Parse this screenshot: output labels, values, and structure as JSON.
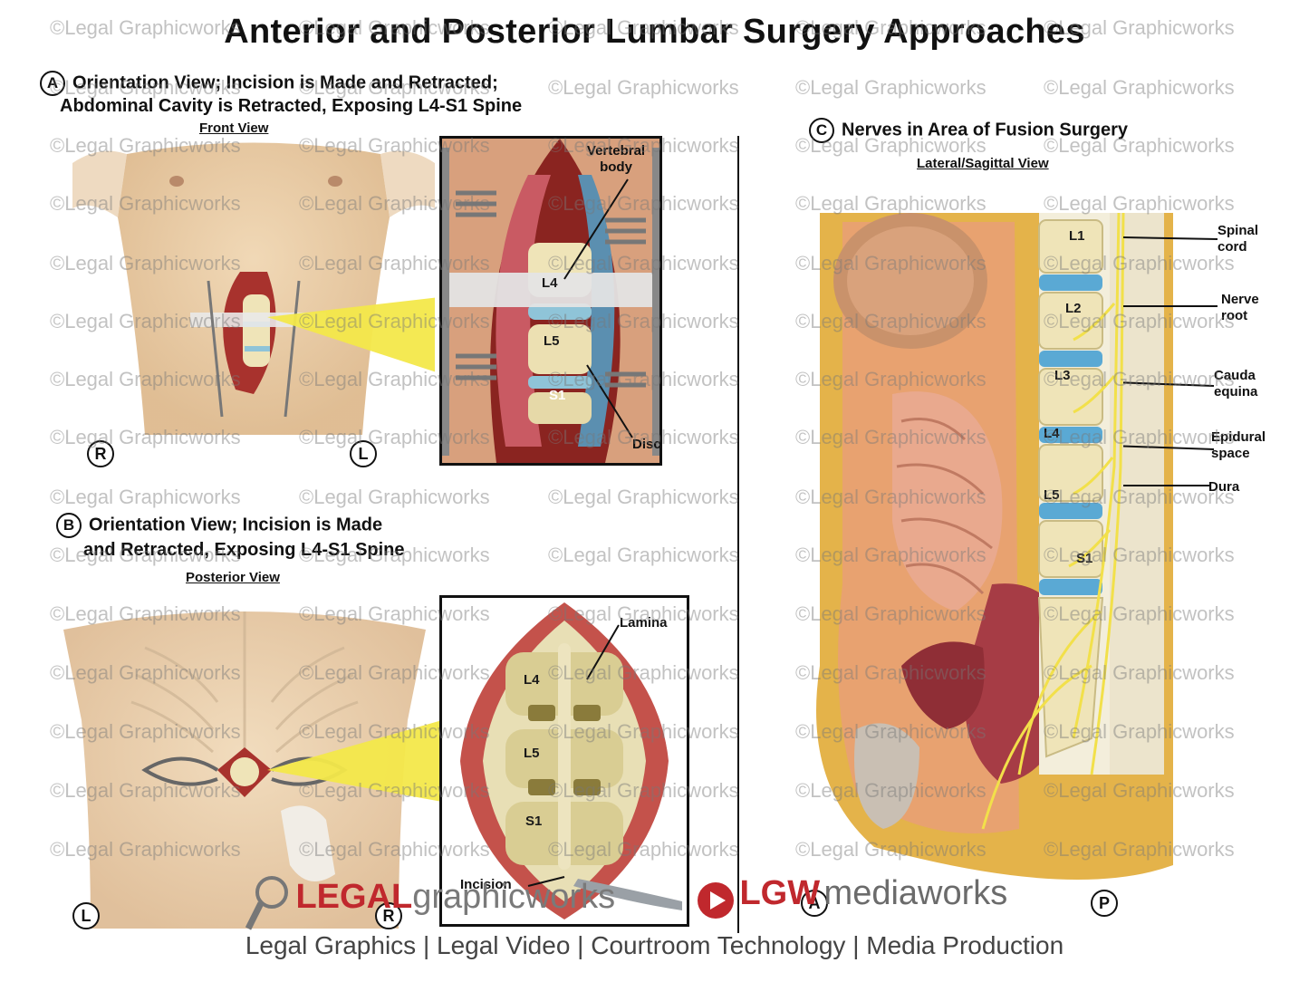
{
  "title": "Anterior and Posterior Lumbar Surgery Approaches",
  "sections": {
    "a": {
      "badge": "A",
      "heading_line1": "Orientation View; Incision is Made and Retracted;",
      "heading_line2": "Abdominal Cavity is Retracted, Exposing L4-S1 Spine",
      "view_label": "Front View",
      "orient_left": "R",
      "orient_right": "L",
      "callouts": {
        "vertebral_body": "Vertebral body",
        "disc": "Disc"
      },
      "vertebrae": [
        "L4",
        "L5",
        "S1"
      ]
    },
    "b": {
      "badge": "B",
      "heading_line1": "Orientation View; Incision is Made",
      "heading_line2": "and Retracted, Exposing L4-S1 Spine",
      "view_label": "Posterior View",
      "orient_left": "L",
      "orient_right": "R",
      "callouts": {
        "lamina": "Lamina",
        "incision": "Incision"
      },
      "vertebrae": [
        "L4",
        "L5",
        "S1"
      ]
    },
    "c": {
      "badge": "C",
      "heading": "Nerves in Area of Fusion Surgery",
      "view_label": "Lateral/Sagittal View",
      "orient_left": "A",
      "orient_right": "P",
      "vertebrae": [
        "L1",
        "L2",
        "L3",
        "L4",
        "L5",
        "S1"
      ],
      "callouts": {
        "spinal_cord": "Spinal cord",
        "nerve_root": "Nerve root",
        "cauda_equina": "Cauda equina",
        "epidural_space": "Epidural space",
        "dura": "Dura"
      }
    }
  },
  "watermark": "©Legal Graphicworks",
  "logo": {
    "legal": "LEGAL",
    "graphicworks": "graphicworks",
    "lgw": "LGW",
    "mediaworks": "mediaworks"
  },
  "footer": "Legal Graphics | Legal Video | Courtroom Technology | Media Production",
  "colors": {
    "skin": "#e8c9a0",
    "bone": "#efe4b8",
    "disc": "#8fc4d8",
    "nerve": "#f2e04a",
    "tissue": "#b8413a",
    "callout": "#f3e84a"
  }
}
